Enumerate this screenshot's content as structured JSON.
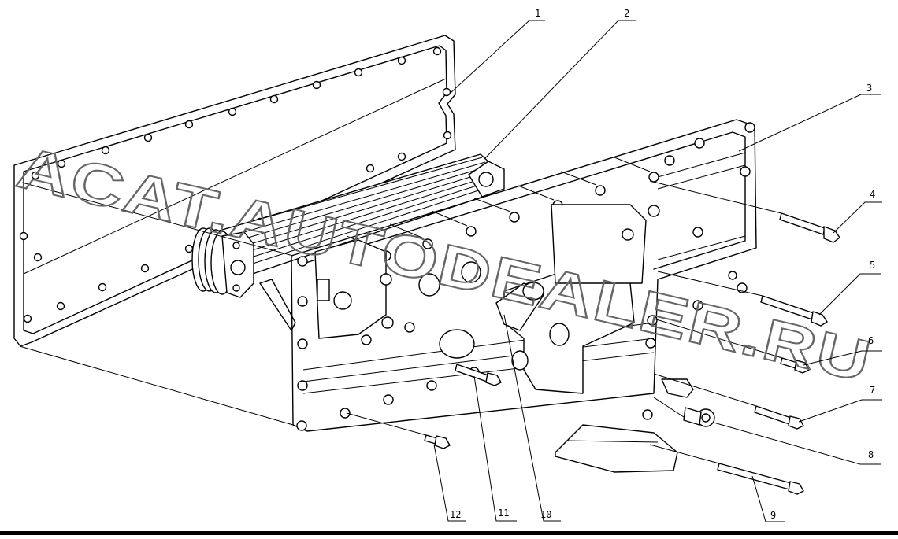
{
  "watermark": "ACAT.AUTODEALER.RU",
  "callouts": [
    {
      "id": "1",
      "label": "1"
    },
    {
      "id": "2",
      "label": "2"
    },
    {
      "id": "3",
      "label": "3"
    },
    {
      "id": "4",
      "label": "4"
    },
    {
      "id": "5",
      "label": "5"
    },
    {
      "id": "6",
      "label": "6"
    },
    {
      "id": "7",
      "label": "7"
    },
    {
      "id": "8",
      "label": "8"
    },
    {
      "id": "9",
      "label": "9"
    },
    {
      "id": "10",
      "label": "10"
    },
    {
      "id": "11",
      "label": "11"
    },
    {
      "id": "12",
      "label": "12"
    }
  ]
}
